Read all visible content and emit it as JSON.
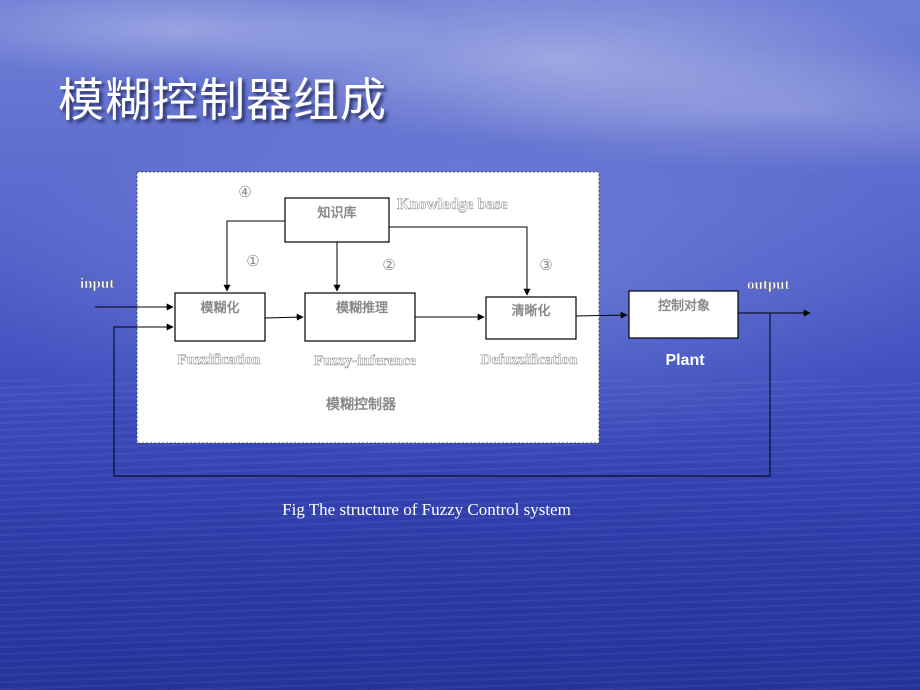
{
  "slide": {
    "title": "模糊控制器组成",
    "caption": "Fig The structure of Fuzzy Control system"
  },
  "diagram": {
    "nodes": {
      "knowledge": "知识库",
      "fuzzifier": "模糊化",
      "inference": "模糊推理",
      "defuzzifier": "清晰化",
      "plant": "控制对象"
    },
    "labels": {
      "knowledge_base": "Knowledge base",
      "fuzzification": "Fuzzification",
      "fuzzy_inference": "Fuzzy-inference",
      "defuzzification": "Defuzzification",
      "plant": "Plant",
      "controller": "模糊控制器",
      "input": "input",
      "output": "output"
    },
    "markers": {
      "m1": "①",
      "m2": "②",
      "m3": "③",
      "m4": "④"
    }
  }
}
